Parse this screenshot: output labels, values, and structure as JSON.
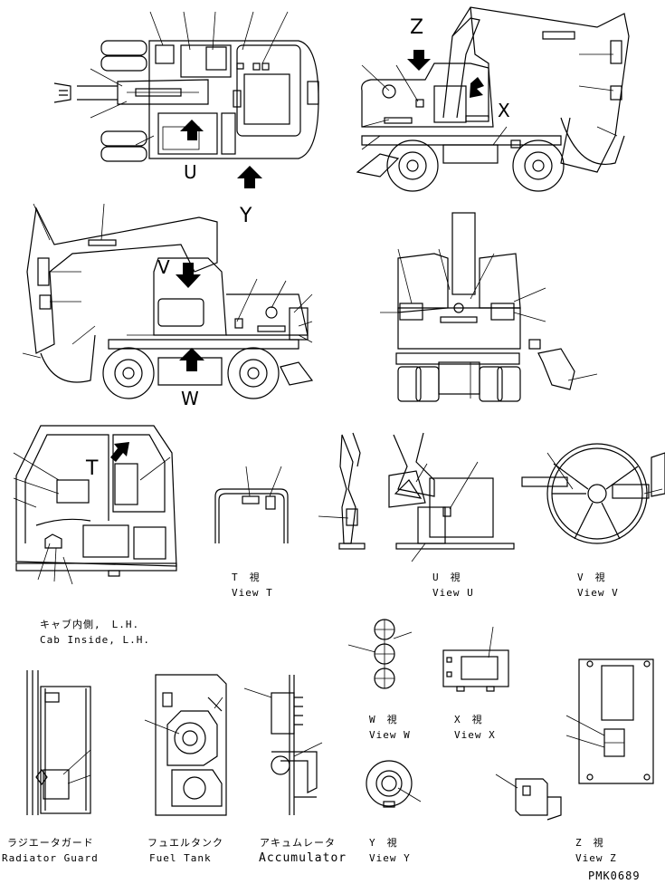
{
  "letters": {
    "z": "Z",
    "x": "X",
    "u": "U",
    "y": "Y",
    "v": "V",
    "w": "W",
    "t": "T"
  },
  "captions": {
    "view_t": {
      "jp": "T　視",
      "en": "View T"
    },
    "view_u": {
      "jp": "U　視",
      "en": "View U"
    },
    "view_v": {
      "jp": "V　視",
      "en": "View V"
    },
    "cab_inside": {
      "jp": "キャブ内側,　L.H.",
      "en": "Cab Inside, L.H."
    },
    "view_w": {
      "jp": "W　視",
      "en": "View W"
    },
    "view_x": {
      "jp": "X　視",
      "en": "View X"
    },
    "radiator_guard": {
      "jp": "ラジエータガード",
      "en": "Radiator Guard"
    },
    "fuel_tank": {
      "jp": "フュエルタンク",
      "en": "Fuel Tank"
    },
    "accumulator": {
      "jp": "アキュムレータ",
      "en": "Accumulator"
    },
    "view_y": {
      "jp": "Y　視",
      "en": "View Y"
    },
    "view_z": {
      "jp": "Z　視",
      "en": "View Z"
    }
  },
  "drawing_number": "PMK0689"
}
